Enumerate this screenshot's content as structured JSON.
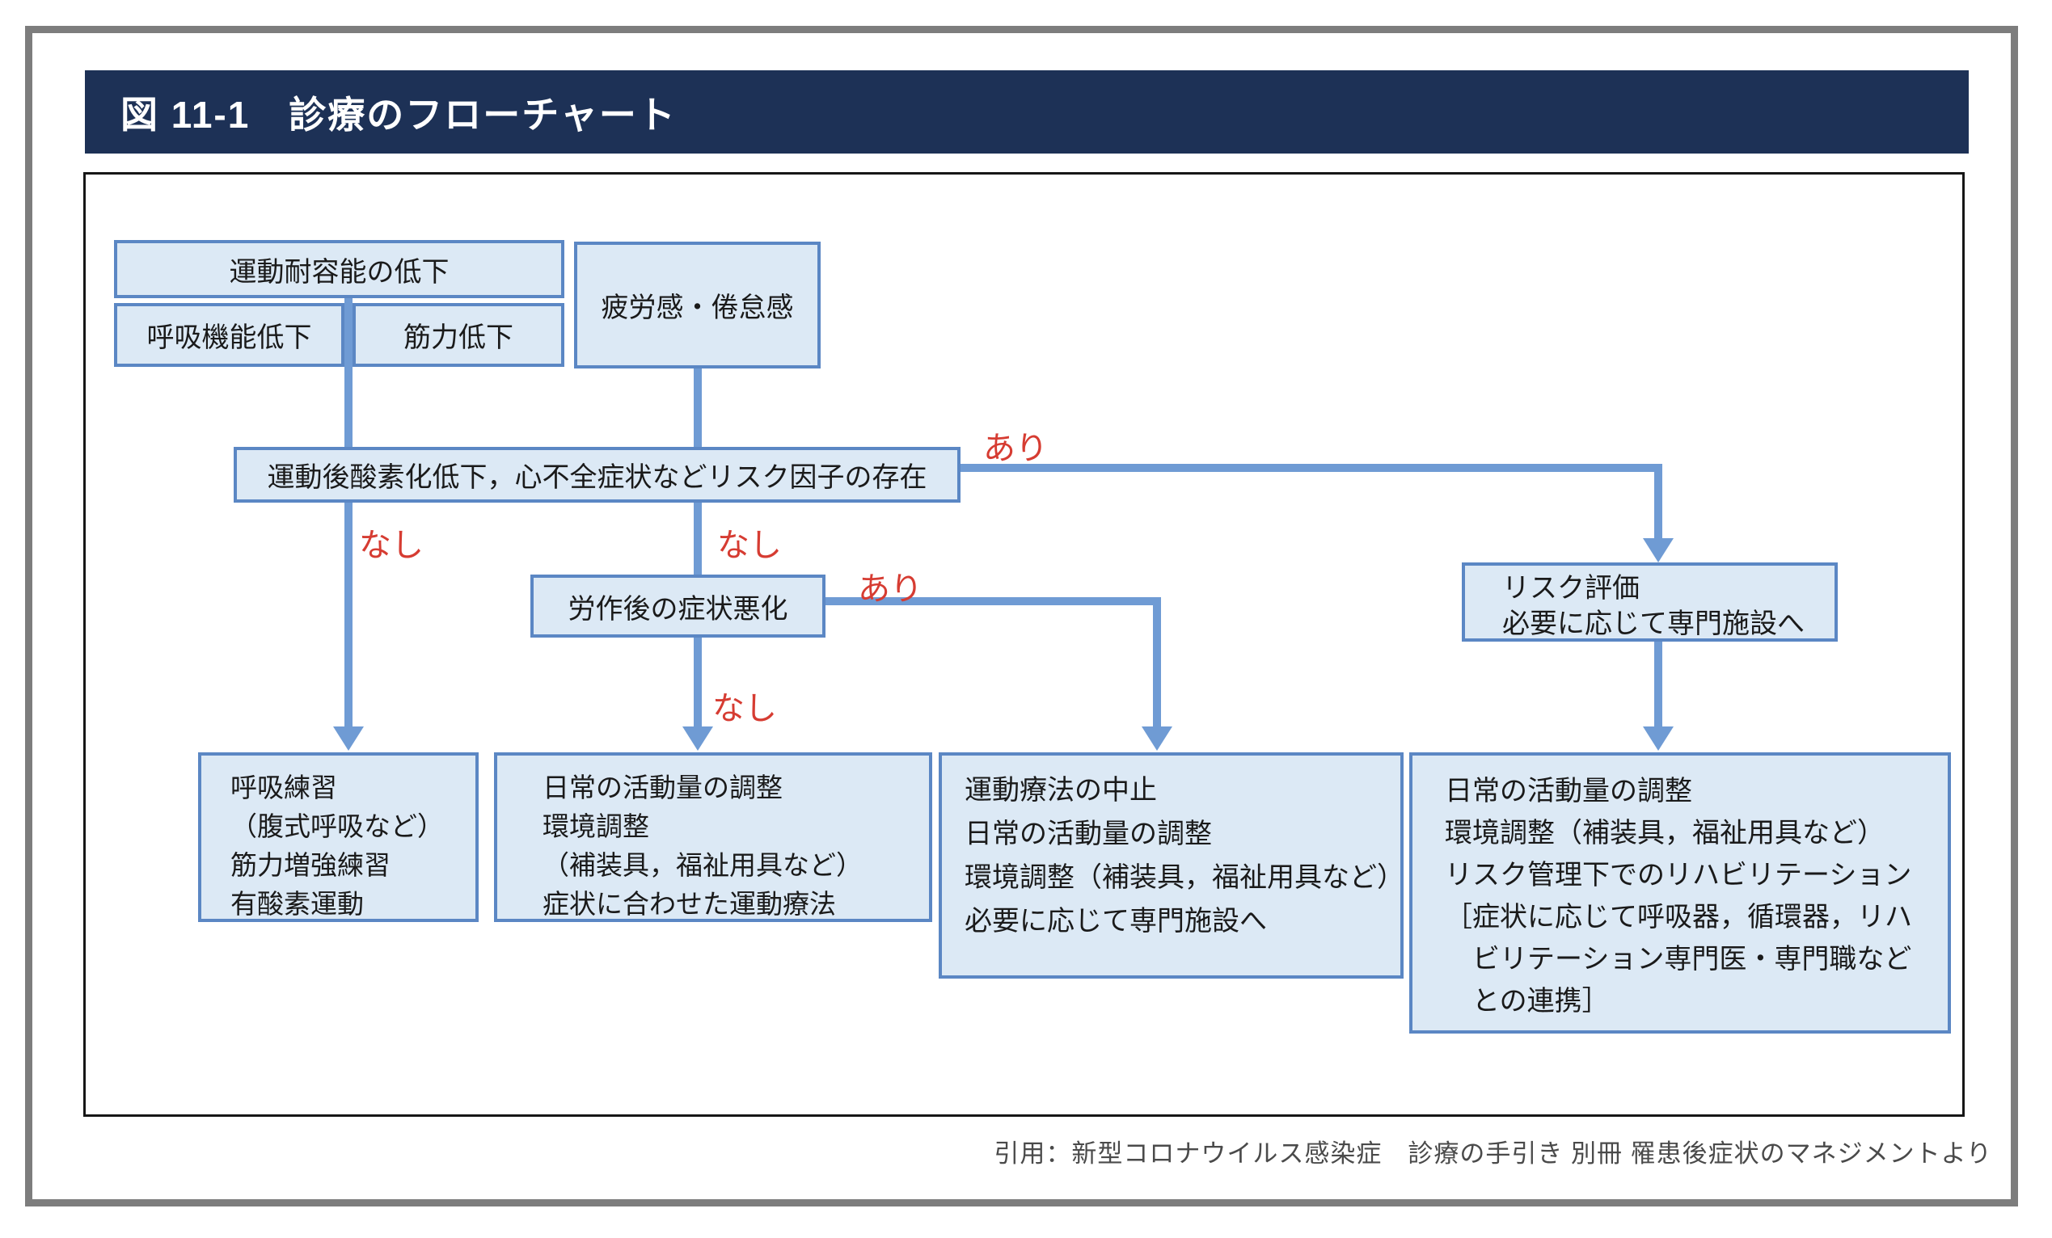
{
  "title": "図 11-1　診療のフローチャート",
  "citation": "引用：新型コロナウイルス感染症　診療の手引き 別冊 罹患後症状のマネジメントより",
  "colors": {
    "header_bg": "#1d3156",
    "box_fill": "#dce9f5",
    "box_border": "#5b87c4",
    "connector_blue": "#6f9bd4",
    "decision_red": "#d63c32",
    "frame_gray": "#7d7d7d"
  },
  "flowchart": {
    "nodes": {
      "exercise_tolerance": {
        "label": "運動耐容能の低下"
      },
      "respiratory_decline": {
        "label": "呼吸機能低下"
      },
      "muscle_weakness": {
        "label": "筋力低下"
      },
      "fatigue": {
        "label": "疲労感・倦怠感"
      },
      "risk_factors": {
        "label": "運動後酸素化低下，心不全症状などリスク因子の存在"
      },
      "post_exertion_worsening": {
        "label": "労作後の症状悪化"
      },
      "risk_assessment": {
        "lines": [
          "リスク評価",
          "必要に応じて専門施設へ"
        ]
      },
      "outcome_breathing": {
        "lines": [
          "呼吸練習",
          "（腹式呼吸など）",
          "筋力増強練習",
          "有酸素運動"
        ]
      },
      "outcome_adjust": {
        "lines": [
          "日常の活動量の調整",
          "環境調整",
          "（補装具，福祉用具など）",
          "症状に合わせた運動療法"
        ]
      },
      "outcome_stop_exercise": {
        "lines": [
          "運動療法の中止",
          "日常の活動量の調整",
          "環境調整（補装具，福祉用具など）",
          "必要に応じて専門施設へ"
        ]
      },
      "outcome_risk_managed": {
        "lines": [
          "日常の活動量の調整",
          "環境調整（補装具，福祉用具など）",
          "リスク管理下でのリハビリテーション",
          "［症状に応じて呼吸器，循環器，リハ",
          "　ビリテーション専門医・専門職など",
          "　との連携］"
        ]
      }
    },
    "edges": {
      "risk_present": "あり",
      "risk_absent_left": "なし",
      "risk_absent_mid": "なし",
      "exertion_present": "あり",
      "exertion_absent": "なし"
    }
  }
}
